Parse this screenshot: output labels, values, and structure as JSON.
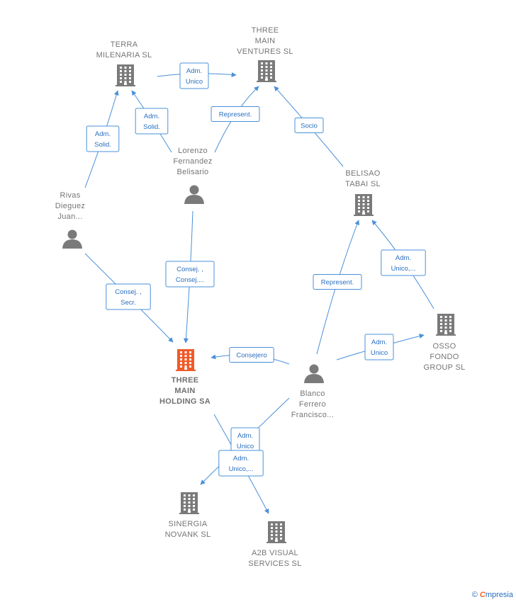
{
  "colors": {
    "edge": "#4a90d9",
    "edge_text": "#2a6fc0",
    "company": "#7a7a7a",
    "focus_company": "#f05a28",
    "person": "#7a7a7a"
  },
  "nodes": [
    {
      "id": "terra",
      "type": "company",
      "icon": "building-icon",
      "label": [
        "TERRA",
        "MILENARIA  SL"
      ]
    },
    {
      "id": "three_main_ventures",
      "type": "company",
      "icon": "building-icon",
      "label": [
        "THREE",
        "MAIN",
        "VENTURES  SL"
      ]
    },
    {
      "id": "lorenzo",
      "type": "person",
      "icon": "person-icon",
      "label": [
        "Lorenzo",
        "Fernandez",
        "Belisario"
      ]
    },
    {
      "id": "rivas",
      "type": "person",
      "icon": "person-icon",
      "label": [
        "Rivas",
        "Dieguez",
        "Juan..."
      ]
    },
    {
      "id": "belisao",
      "type": "company",
      "icon": "building-icon",
      "label": [
        "BELISAO",
        "TABAI  SL"
      ]
    },
    {
      "id": "osso",
      "type": "company",
      "icon": "building-icon",
      "label": [
        "OSSO",
        "FONDO",
        "GROUP  SL"
      ]
    },
    {
      "id": "three_main_holding",
      "type": "company",
      "icon": "building-icon",
      "focus": true,
      "label": [
        "THREE",
        "MAIN",
        "HOLDING SA"
      ]
    },
    {
      "id": "blanco",
      "type": "person",
      "icon": "person-icon",
      "label": [
        "Blanco",
        "Ferrero",
        "Francisco..."
      ]
    },
    {
      "id": "sinergia",
      "type": "company",
      "icon": "building-icon",
      "label": [
        "SINERGIA",
        "NOVANK  SL"
      ]
    },
    {
      "id": "a2b",
      "type": "company",
      "icon": "building-icon",
      "label": [
        "A2B VISUAL",
        "SERVICES  SL"
      ]
    }
  ],
  "edges": [
    {
      "from": "terra",
      "to": "three_main_ventures",
      "label": [
        "Adm.",
        "Unico"
      ]
    },
    {
      "from": "rivas",
      "to": "terra",
      "label": [
        "Adm.",
        "Solid."
      ]
    },
    {
      "from": "lorenzo",
      "to": "terra",
      "label": [
        "Adm.",
        "Solid."
      ]
    },
    {
      "from": "lorenzo",
      "to": "three_main_ventures",
      "label": [
        "Represent."
      ]
    },
    {
      "from": "belisao",
      "to": "three_main_ventures",
      "label": [
        "Socio"
      ]
    },
    {
      "from": "lorenzo",
      "to": "three_main_holding",
      "label": [
        "Consej. ,",
        "Consej...."
      ]
    },
    {
      "from": "rivas",
      "to": "three_main_holding",
      "label": [
        "Consej. ,",
        "Secr."
      ]
    },
    {
      "from": "blanco",
      "to": "belisao",
      "label": [
        "Represent."
      ]
    },
    {
      "from": "osso",
      "to": "belisao",
      "label": [
        "Adm.",
        "Unico,..."
      ]
    },
    {
      "from": "blanco",
      "to": "osso",
      "label": [
        "Adm.",
        "Unico"
      ]
    },
    {
      "from": "blanco",
      "to": "three_main_holding",
      "label": [
        "Consejero"
      ]
    },
    {
      "from": "blanco",
      "to": "sinergia",
      "label": [
        "Adm.",
        "Unico"
      ]
    },
    {
      "from": "three_main_holding",
      "to": "a2b",
      "label": [
        "Adm.",
        "Unico,..."
      ]
    }
  ],
  "branding": {
    "copyright": "©",
    "name_initial": "C",
    "name_rest": "mpresia"
  }
}
